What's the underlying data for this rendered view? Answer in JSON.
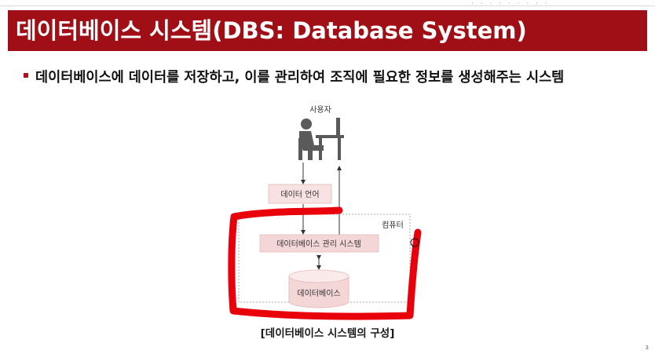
{
  "header": {
    "title": "데이터베이스 시스템(DBS: Database System)"
  },
  "bullet": {
    "text": "데이터베이스에 데이터를 저장하고, 이를 관리하여 조직에 필요한 정보를 생성해주는 시스템"
  },
  "diagram": {
    "user_label": "사용자",
    "data_language_label": "데이터 언어",
    "computer_label": "컴퓨터",
    "dbms_label": "데이터베이스 관리 시스템",
    "database_label": "데이터베이스",
    "caption": "[데이터베이스 시스템의 구성]"
  },
  "colors": {
    "title_bar": "#a10f16",
    "annotation": "#e8000b"
  },
  "page_number": "3"
}
